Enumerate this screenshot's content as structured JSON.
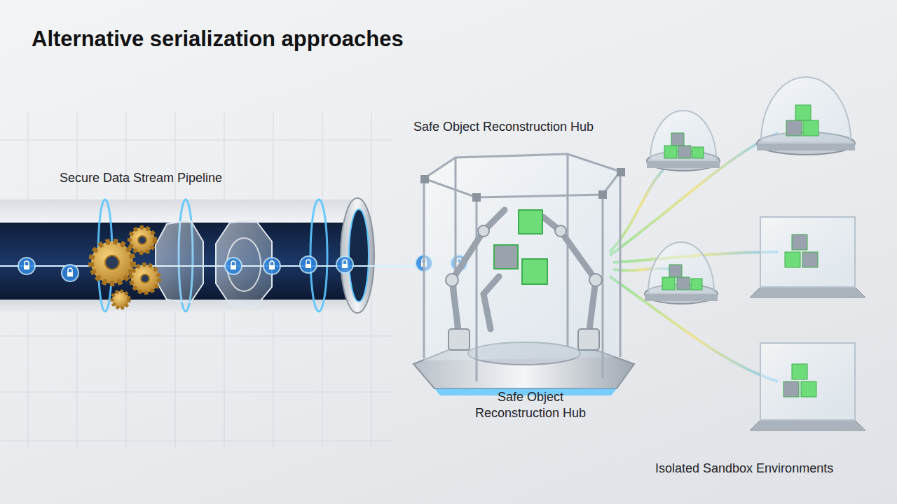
{
  "diagram": {
    "title": "Alternative serialization approaches",
    "nodes": [
      {
        "text": [
          "Secure Data Stream Pipeline"
        ]
      },
      {
        "text": [
          "Safe Object Reconstruction Hub",
          "Safe Object Reconstruction Hub"
        ]
      }
    ],
    "labels": [
      "Isolated Sandbox Environments"
    ]
  }
}
